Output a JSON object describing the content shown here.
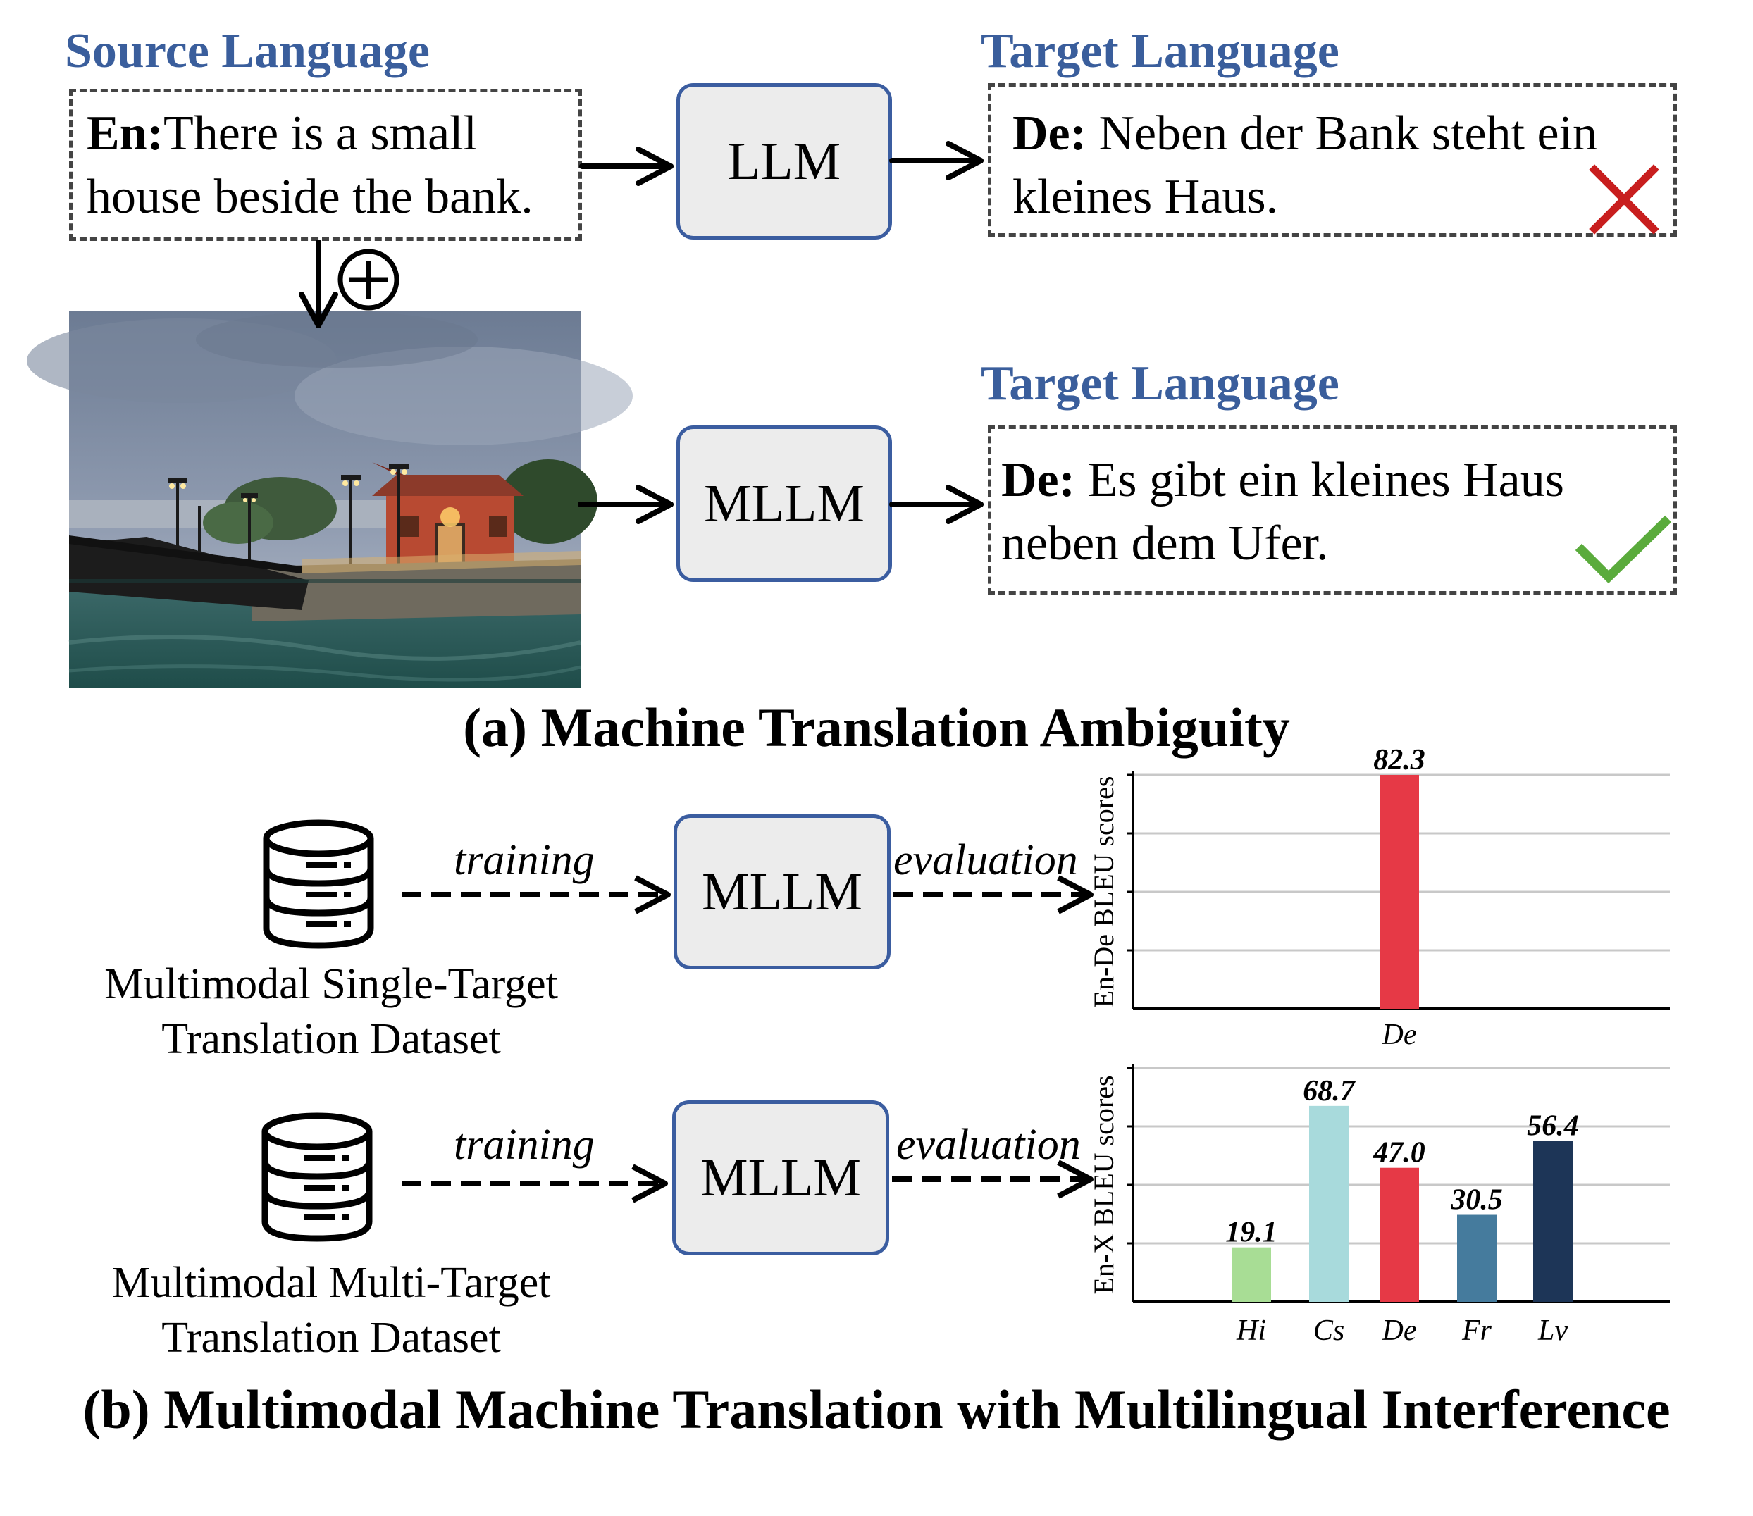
{
  "panel_a": {
    "source_heading": "Source Language",
    "target_heading_top": "Target Language",
    "target_heading_bottom": "Target Language",
    "source_tag": "En:",
    "source_line1": "There is a small",
    "source_line2": "house beside the bank.",
    "llm_label": "LLM",
    "mllm_label": "MLLM",
    "llm_output_tag": "De:",
    "llm_output_line1": " Neben der Bank steht ein",
    "llm_output_line2": "kleines Haus.",
    "mllm_output_tag": "De:",
    "mllm_output_line1": " Es gibt ein kleines Haus",
    "mllm_output_line2": "neben dem Ufer.",
    "wrong_color": "#c81e1e",
    "right_color": "#5aab3c",
    "caption": "(a) Machine Translation Ambiguity"
  },
  "panel_b": {
    "single": {
      "dataset_line1": "Multimodal Single-Target",
      "dataset_line2": "Translation Dataset",
      "training_label": "training",
      "model_label": "MLLM",
      "evaluation_label": "evaluation"
    },
    "multi": {
      "dataset_line1": "Multimodal Multi-Target",
      "dataset_line2": "Translation Dataset",
      "training_label": "training",
      "model_label": "MLLM",
      "evaluation_label": "evaluation"
    },
    "caption": "(b) Multimodal Machine Translation with Multilingual Interference"
  },
  "chart_data": [
    {
      "type": "bar",
      "ylabel": "En-De BLEU scores",
      "categories": [
        "De"
      ],
      "values": [
        82.3
      ],
      "value_labels": [
        "82.3"
      ],
      "colors": [
        "#e63946"
      ],
      "ylim": [
        0,
        82.3
      ],
      "grid": true
    },
    {
      "type": "bar",
      "ylabel": "En-X BLEU scores",
      "categories": [
        "Hi",
        "Cs",
        "De",
        "Fr",
        "Lv"
      ],
      "values": [
        19.1,
        68.7,
        47.0,
        30.5,
        56.4
      ],
      "value_labels": [
        "19.1",
        "68.7",
        "47.0",
        "30.5",
        "56.4"
      ],
      "colors": [
        "#a8dd95",
        "#a8dadc",
        "#e63946",
        "#457b9d",
        "#1d3557"
      ],
      "ylim": [
        0,
        82
      ],
      "grid": true
    }
  ]
}
